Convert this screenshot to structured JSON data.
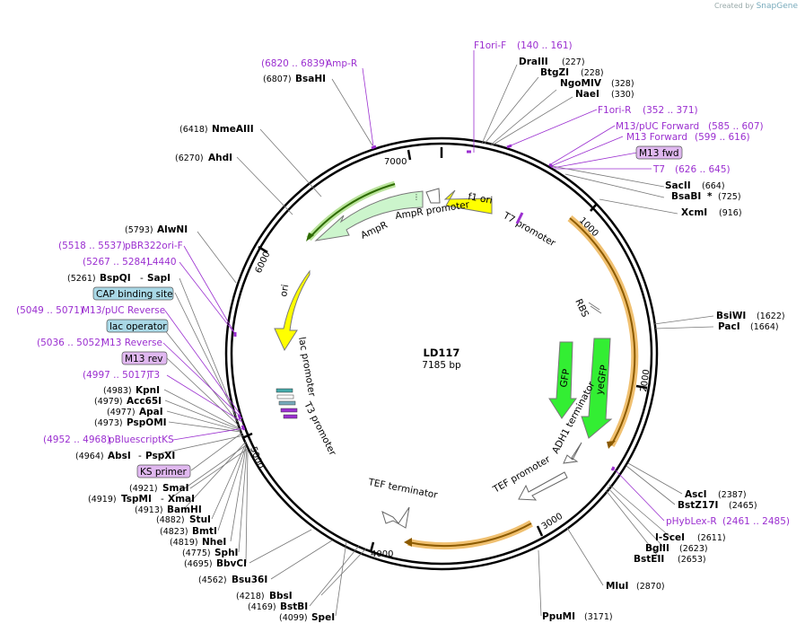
{
  "brand": {
    "created_by": "Created by",
    "name": "SnapGene"
  },
  "plasmid": {
    "name": "LD117",
    "length": "7185 bp"
  },
  "ticks": [
    "1000",
    "2000",
    "3000",
    "4000",
    "5000",
    "6000",
    "7000"
  ],
  "features": {
    "f1_ori": "f1 ori",
    "t7_promoter": "T7 promoter",
    "ampr_promoter": "AmpR promoter",
    "ampr": "AmpR",
    "ori": "ori",
    "lac_promoter": "lac promoter",
    "t3_promoter": "T3 promoter",
    "rbs": "RBS",
    "gfp": "GFP",
    "yegfp": "yeGFP",
    "adh1": "ADH1 terminator",
    "tef_promoter": "TEF promoter",
    "tef_terminator": "TEF terminator"
  },
  "labels": {
    "f1ori_f": {
      "name": "F1ori-F",
      "range": "(140 .. 161)"
    },
    "amp_r": {
      "range": "(6820 .. 6839)",
      "name": "Amp-R"
    },
    "bsahi": {
      "pos": "(6807)",
      "name": "BsaHI"
    },
    "nmeaiii": {
      "pos": "(6418)",
      "name": "NmeAIII"
    },
    "ahdi": {
      "pos": "(6270)",
      "name": "AhdI"
    },
    "alwni": {
      "pos": "(5793)",
      "name": "AlwNI"
    },
    "pbr322": {
      "range": "(5518 .. 5537)",
      "name": "pBR322ori-F"
    },
    "l4440": {
      "range": "(5267 .. 5284)",
      "name": "L4440"
    },
    "bspqi": {
      "pos": "(5261)",
      "name": "BspQI",
      "sep": "-",
      "name2": "SapI"
    },
    "cap": {
      "name": "CAP binding site"
    },
    "m13puc_rev": {
      "range": "(5049 .. 5071)",
      "name": "M13/pUC Reverse"
    },
    "lac_op": {
      "name": "lac operator"
    },
    "m13_reverse": {
      "range": "(5036 .. 5052)",
      "name": "M13 Reverse"
    },
    "m13_rev": {
      "name": "M13 rev"
    },
    "t3": {
      "range": "(4997 .. 5017)",
      "name": "T3"
    },
    "kpni": {
      "pos": "(4983)",
      "name": "KpnI"
    },
    "acc65i": {
      "pos": "(4979)",
      "name": "Acc65I"
    },
    "apai": {
      "pos": "(4977)",
      "name": "ApaI"
    },
    "pspomi": {
      "pos": "(4973)",
      "name": "PspOMI"
    },
    "pbluescriptks": {
      "range": "(4952 .. 4968)",
      "name": "pBluescriptKS"
    },
    "absi": {
      "pos": "(4964)",
      "name": "AbsI",
      "sep": "-",
      "name2": "PspXI"
    },
    "ks_primer": {
      "name": "KS primer"
    },
    "smai": {
      "pos": "(4921)",
      "name": "SmaI"
    },
    "tspmi": {
      "pos": "(4919)",
      "name": "TspMI",
      "sep": "-",
      "name2": "XmaI"
    },
    "bamhi": {
      "pos": "(4913)",
      "name": "BamHI"
    },
    "stui": {
      "pos": "(4882)",
      "name": "StuI"
    },
    "bmti": {
      "pos": "(4823)",
      "name": "BmtI"
    },
    "nhei": {
      "pos": "(4819)",
      "name": "NheI"
    },
    "sphi": {
      "pos": "(4775)",
      "name": "SphI"
    },
    "bbvci": {
      "pos": "(4695)",
      "name": "BbvCI"
    },
    "bsu36i": {
      "pos": "(4562)",
      "name": "Bsu36I"
    },
    "bbsi": {
      "pos": "(4218)",
      "name": "BbsI"
    },
    "bstbi": {
      "pos": "(4169)",
      "name": "BstBI"
    },
    "spei": {
      "pos": "(4099)",
      "name": "SpeI"
    },
    "draiii": {
      "name": "DraIII",
      "pos": "(227)"
    },
    "btgzi": {
      "name": "BtgZI",
      "pos": "(228)"
    },
    "ngomiv": {
      "name": "NgoMIV",
      "pos": "(328)"
    },
    "naei": {
      "name": "NaeI",
      "pos": "(330)"
    },
    "f1ori_r": {
      "name": "F1ori-R",
      "range": "(352 .. 371)"
    },
    "m13puc_fwd": {
      "name": "M13/pUC Forward",
      "range": "(585 .. 607)"
    },
    "m13_forward": {
      "name": "M13 Forward",
      "range": "(599 .. 616)"
    },
    "m13_fwd": {
      "name": "M13 fwd"
    },
    "t7": {
      "name": "T7",
      "range": "(626 .. 645)"
    },
    "sacii": {
      "name": "SacII",
      "pos": "(664)"
    },
    "bsabi": {
      "name": "BsaBI",
      "star": "*",
      "pos": "(725)"
    },
    "xcmi": {
      "name": "XcmI",
      "pos": "(916)"
    },
    "bsiwi": {
      "name": "BsiWI",
      "pos": "(1622)"
    },
    "paci": {
      "name": "PacI",
      "pos": "(1664)"
    },
    "asci": {
      "name": "AscI",
      "pos": "(2387)"
    },
    "bstz17i": {
      "name": "BstZ17I",
      "pos": "(2465)"
    },
    "phyblex": {
      "name": "pHybLex-R",
      "range": "(2461 .. 2485)"
    },
    "i_scei": {
      "name": "I-SceI",
      "pos": "(2611)"
    },
    "bglii": {
      "name": "BglII",
      "pos": "(2623)"
    },
    "bsteii": {
      "name": "BstEII",
      "pos": "(2653)"
    },
    "mlui": {
      "name": "MluI",
      "pos": "(2870)"
    },
    "ppumi": {
      "name": "PpuMI",
      "pos": "(3171)"
    }
  },
  "colors": {
    "primer": "#9b2fd0",
    "ori_yellow": "#ffff00",
    "ampr_green": "#ccf5cc",
    "gfp_green": "#33ee33",
    "orf_orange": "#f0c070",
    "feature_box_blue": "#a9d8e6",
    "feature_box_purple": "#e0b8f0"
  }
}
